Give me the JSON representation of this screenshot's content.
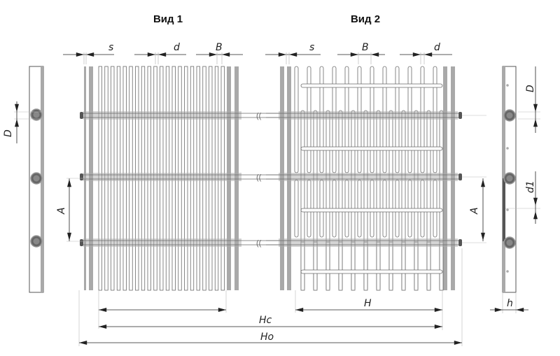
{
  "views": {
    "view1_title": "Вид 1",
    "view2_title": "Вид 2"
  },
  "dimensions": {
    "s": "s",
    "d": "d",
    "B": "B",
    "D": "D",
    "A": "A",
    "d1": "d1",
    "h": "h",
    "H": "H",
    "Hc": "Hc",
    "Ho": "Ho"
  },
  "colors": {
    "bar": "#a9a9a9",
    "line": "#6a6a6a",
    "dim": "#222222",
    "rod_end": "#555555"
  }
}
